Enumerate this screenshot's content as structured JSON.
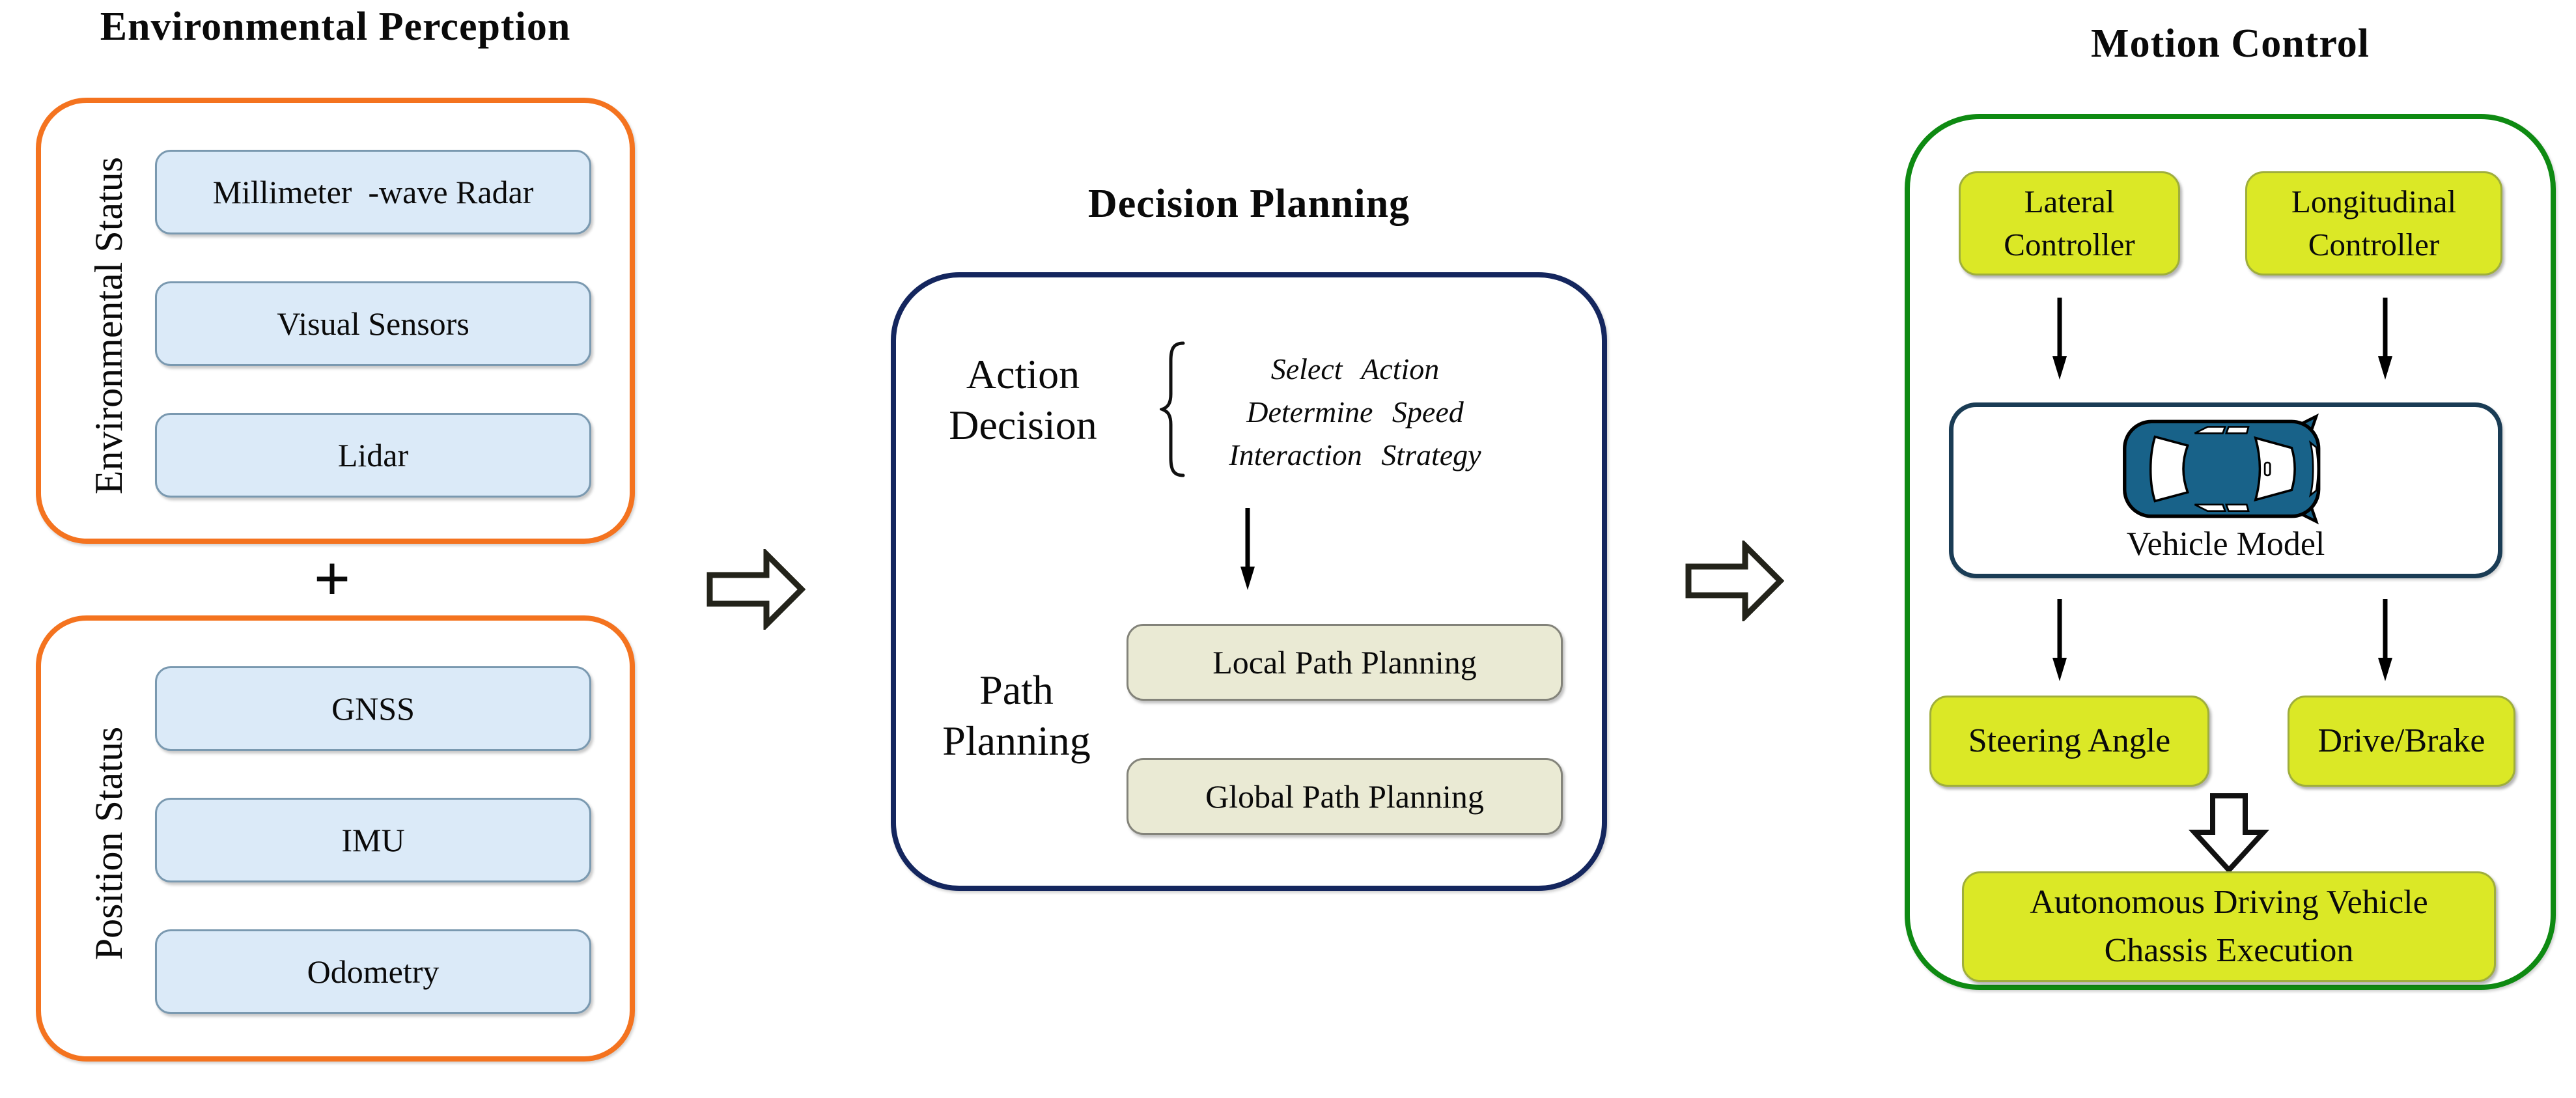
{
  "colors": {
    "orange": "#F4731F",
    "navy": "#14265E",
    "green": "#0E8A12",
    "sensor_fill": "#DBEAF8",
    "sensor_border": "#7A99B0",
    "path_fill": "#EAEAD4",
    "path_border": "#83837A",
    "yellow_fill": "#DBE826",
    "yellow_border": "#9FAE3C",
    "car_fill": "#186289",
    "vehicle_border": "#1A3C55",
    "arrow_outline": "#23231A",
    "text": "#0A0A0A"
  },
  "perception": {
    "title": "Environmental Perception",
    "plus": "+",
    "groups": [
      {
        "label": "Environmental Status",
        "items": [
          "Millimeter  -wave Radar",
          "Visual Sensors",
          "Lidar"
        ]
      },
      {
        "label": "Position Status",
        "items": [
          "GNSS",
          "IMU",
          "Odometry"
        ]
      }
    ]
  },
  "decision": {
    "title": "Decision Planning",
    "action_line1": "Action",
    "action_line2": "Decision",
    "action_items": [
      "Select Action",
      "Determine Speed",
      "Interaction Strategy"
    ],
    "path_line1": "Path",
    "path_line2": "Planning",
    "path_items": [
      "Local Path Planning",
      "Global Path Planning"
    ]
  },
  "motion": {
    "title": "Motion Control",
    "controllers": [
      "Lateral Controller",
      "Longitudinal Controller"
    ],
    "vehicle_model_label": "Vehicle Model",
    "outputs": [
      "Steering Angle",
      "Drive/Brake"
    ],
    "chassis_line1": "Autonomous Driving Vehicle",
    "chassis_line2": "Chassis Execution"
  },
  "icons": {
    "car": "car-top-view-icon",
    "right_arrow": "hollow-right-arrow-icon",
    "down_arrow": "down-arrow-icon",
    "hollow_down_arrow": "hollow-down-arrow-icon",
    "brace": "curly-brace-icon",
    "plus": "plus-icon"
  }
}
